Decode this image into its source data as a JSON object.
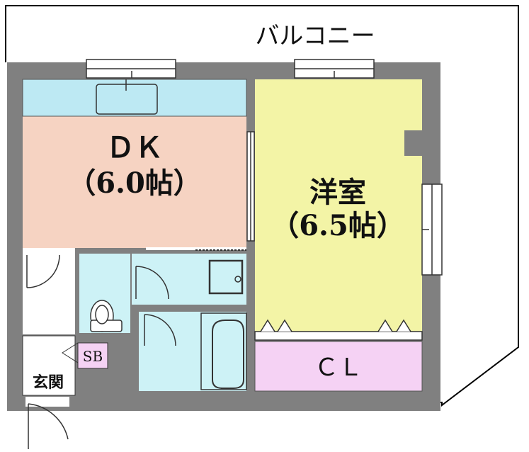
{
  "floorplan": {
    "balcony_label": "バルコニー",
    "rooms": {
      "dk": {
        "name": "ＤＫ",
        "size": "（6.0帖）"
      },
      "western": {
        "name": "洋室",
        "size": "（6.5帖）"
      },
      "closet": {
        "name": "ＣＬ"
      },
      "entrance": {
        "name": "玄関"
      },
      "shoebox": {
        "name": "SB"
      }
    },
    "colors": {
      "wall": "#808080",
      "dk": "#f6d3c2",
      "western": "#f3f4a6",
      "closet": "#f5d2f4",
      "wet": "#cdf2f6",
      "kitchen": "#bde9f3",
      "outline": "#000000"
    }
  }
}
